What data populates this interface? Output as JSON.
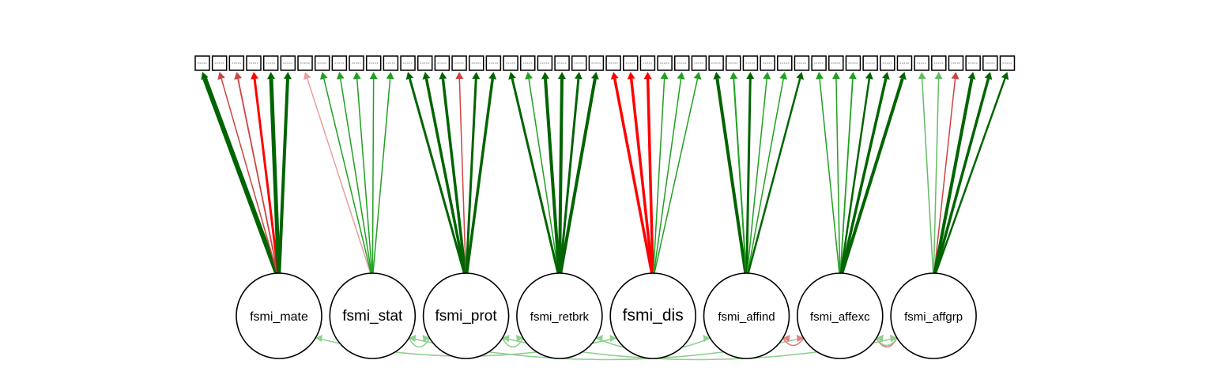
{
  "factors": [
    {
      "id": "fsmi_mate",
      "label": "fsmi_mate",
      "font": 16
    },
    {
      "id": "fsmi_stat",
      "label": "fsmi_stat",
      "font": 19
    },
    {
      "id": "fsmi_prot",
      "label": "fsmi_prot",
      "font": 19
    },
    {
      "id": "fsmi_retbrk",
      "label": "fsmi_retbrk",
      "font": 15
    },
    {
      "id": "fsmi_dis",
      "label": "fsmi_dis",
      "font": 21
    },
    {
      "id": "fsmi_affind",
      "label": "fsmi_affind",
      "font": 15
    },
    {
      "id": "fsmi_affexc",
      "label": "fsmi_affexc",
      "font": 15
    },
    {
      "id": "fsmi_affgrp",
      "label": "fsmi_affgrp",
      "font": 15
    }
  ],
  "item_count": 48,
  "colors": {
    "strong_positive": "#006400",
    "positive": "#22a022",
    "light_positive": "#66bb66",
    "negative": "#ff0000",
    "mid_negative": "#cc4444",
    "light_negative": "#e8a0a0",
    "covariance_positive": "#8fd08f",
    "covariance_negative": "#e08080"
  },
  "loadings": [
    {
      "factor": 0,
      "item": 0,
      "color": "strong_positive",
      "width": 6
    },
    {
      "factor": 0,
      "item": 1,
      "color": "mid_negative",
      "width": 1.5
    },
    {
      "factor": 0,
      "item": 2,
      "color": "mid_negative",
      "width": 1.8
    },
    {
      "factor": 0,
      "item": 3,
      "color": "negative",
      "width": 3
    },
    {
      "factor": 0,
      "item": 4,
      "color": "strong_positive",
      "width": 5
    },
    {
      "factor": 0,
      "item": 5,
      "color": "strong_positive",
      "width": 4
    },
    {
      "factor": 1,
      "item": 6,
      "color": "light_negative",
      "width": 1.5
    },
    {
      "factor": 1,
      "item": 7,
      "color": "positive",
      "width": 1.5
    },
    {
      "factor": 1,
      "item": 8,
      "color": "positive",
      "width": 1.5
    },
    {
      "factor": 1,
      "item": 9,
      "color": "positive",
      "width": 1.5
    },
    {
      "factor": 1,
      "item": 10,
      "color": "positive",
      "width": 1.5
    },
    {
      "factor": 1,
      "item": 11,
      "color": "positive",
      "width": 1.5
    },
    {
      "factor": 2,
      "item": 12,
      "color": "strong_positive",
      "width": 3
    },
    {
      "factor": 2,
      "item": 13,
      "color": "strong_positive",
      "width": 3.5
    },
    {
      "factor": 2,
      "item": 14,
      "color": "strong_positive",
      "width": 3.5
    },
    {
      "factor": 2,
      "item": 15,
      "color": "mid_negative",
      "width": 1.5
    },
    {
      "factor": 2,
      "item": 16,
      "color": "strong_positive",
      "width": 3
    },
    {
      "factor": 2,
      "item": 17,
      "color": "strong_positive",
      "width": 3.5
    },
    {
      "factor": 3,
      "item": 18,
      "color": "strong_positive",
      "width": 3
    },
    {
      "factor": 3,
      "item": 19,
      "color": "positive",
      "width": 1.5
    },
    {
      "factor": 3,
      "item": 20,
      "color": "strong_positive",
      "width": 4
    },
    {
      "factor": 3,
      "item": 21,
      "color": "strong_positive",
      "width": 4
    },
    {
      "factor": 3,
      "item": 22,
      "color": "strong_positive",
      "width": 3
    },
    {
      "factor": 3,
      "item": 23,
      "color": "strong_positive",
      "width": 4
    },
    {
      "factor": 4,
      "item": 24,
      "color": "negative",
      "width": 3.5
    },
    {
      "factor": 4,
      "item": 25,
      "color": "negative",
      "width": 3.5
    },
    {
      "factor": 4,
      "item": 26,
      "color": "negative",
      "width": 3.5
    },
    {
      "factor": 4,
      "item": 27,
      "color": "positive",
      "width": 1.5
    },
    {
      "factor": 4,
      "item": 28,
      "color": "positive",
      "width": 1.5
    },
    {
      "factor": 4,
      "item": 29,
      "color": "positive",
      "width": 1.5
    },
    {
      "factor": 5,
      "item": 30,
      "color": "strong_positive",
      "width": 4
    },
    {
      "factor": 5,
      "item": 31,
      "color": "positive",
      "width": 2
    },
    {
      "factor": 5,
      "item": 32,
      "color": "strong_positive",
      "width": 3
    },
    {
      "factor": 5,
      "item": 33,
      "color": "positive",
      "width": 1.5
    },
    {
      "factor": 5,
      "item": 34,
      "color": "positive",
      "width": 1.5
    },
    {
      "factor": 5,
      "item": 35,
      "color": "strong_positive",
      "width": 2.5
    },
    {
      "factor": 6,
      "item": 36,
      "color": "positive",
      "width": 1.5
    },
    {
      "factor": 6,
      "item": 37,
      "color": "positive",
      "width": 1.5
    },
    {
      "factor": 6,
      "item": 38,
      "color": "positive",
      "width": 1.8
    },
    {
      "factor": 6,
      "item": 39,
      "color": "strong_positive",
      "width": 2.5
    },
    {
      "factor": 6,
      "item": 40,
      "color": "strong_positive",
      "width": 3.5
    },
    {
      "factor": 6,
      "item": 41,
      "color": "strong_positive",
      "width": 4
    },
    {
      "factor": 7,
      "item": 42,
      "color": "light_positive",
      "width": 1.5
    },
    {
      "factor": 7,
      "item": 43,
      "color": "light_positive",
      "width": 1.5
    },
    {
      "factor": 7,
      "item": 44,
      "color": "mid_negative",
      "width": 1.5
    },
    {
      "factor": 7,
      "item": 45,
      "color": "strong_positive",
      "width": 4
    },
    {
      "factor": 7,
      "item": 46,
      "color": "strong_positive",
      "width": 3.5
    },
    {
      "factor": 7,
      "item": 47,
      "color": "strong_positive",
      "width": 2.5
    }
  ],
  "covariances": [
    {
      "from": 0,
      "to": 4,
      "color": "covariance_positive"
    },
    {
      "from": 1,
      "to": 2,
      "color": "covariance_positive"
    },
    {
      "from": 1,
      "to": 6,
      "color": "covariance_positive"
    },
    {
      "from": 2,
      "to": 3,
      "color": "covariance_positive"
    },
    {
      "from": 2,
      "to": 7,
      "color": "covariance_positive"
    },
    {
      "from": 3,
      "to": 5,
      "color": "covariance_positive"
    },
    {
      "from": 5,
      "to": 6,
      "color": "covariance_negative"
    },
    {
      "from": 6,
      "to": 7,
      "color": "covariance_negative"
    },
    {
      "from": 6,
      "to": 7,
      "color": "covariance_positive"
    }
  ]
}
